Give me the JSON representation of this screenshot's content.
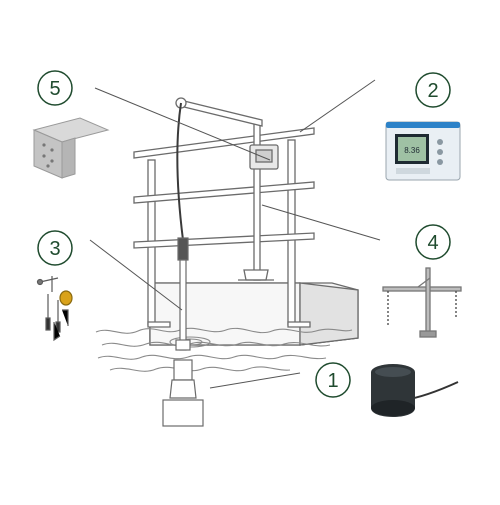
{
  "callouts": [
    {
      "number": "1"
    },
    {
      "number": "2"
    },
    {
      "number": "3"
    },
    {
      "number": "4"
    },
    {
      "number": "5"
    }
  ],
  "transmitter": {
    "display_value": "8.36"
  },
  "colors": {
    "callout_ring": "#1f4b2e",
    "line": "#555555",
    "drawing": "#6b6b6b",
    "transmitter_body": "#e9eff4",
    "transmitter_accent": "#2d82c8",
    "sensor_dark": "#2f3538",
    "ball_float": "#d9a21a"
  }
}
